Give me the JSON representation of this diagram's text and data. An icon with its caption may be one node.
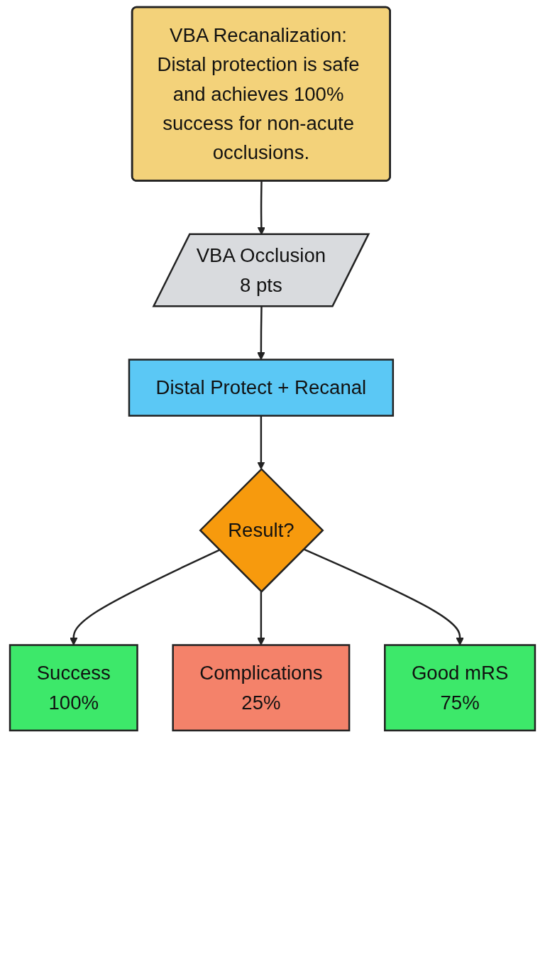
{
  "diagram": {
    "nodes": [
      {
        "text": [
          "VBA Recanalization: Distal protection is safe and achieves 100% success for non-acute occlusions."
        ]
      },
      {
        "text": [
          "VBA Occlusion",
          "8 pts"
        ]
      },
      {
        "text": [
          "Distal Protect + Recanal"
        ]
      },
      {
        "text": [
          "Result?"
        ]
      },
      {
        "text": [
          "Success",
          "100%"
        ]
      },
      {
        "text": [
          "Complications",
          "25%"
        ]
      },
      {
        "text": [
          "Good mRS",
          "75%"
        ]
      }
    ],
    "edges": [
      {
        "from": 0,
        "to": 1,
        "arrow": "to"
      },
      {
        "from": 1,
        "to": 2,
        "arrow": "to"
      },
      {
        "from": 2,
        "to": 3,
        "arrow": "to"
      },
      {
        "from": 3,
        "to": 4,
        "arrow": "to"
      },
      {
        "from": 3,
        "to": 5,
        "arrow": "to"
      },
      {
        "from": 3,
        "to": 6,
        "arrow": "to"
      }
    ]
  }
}
